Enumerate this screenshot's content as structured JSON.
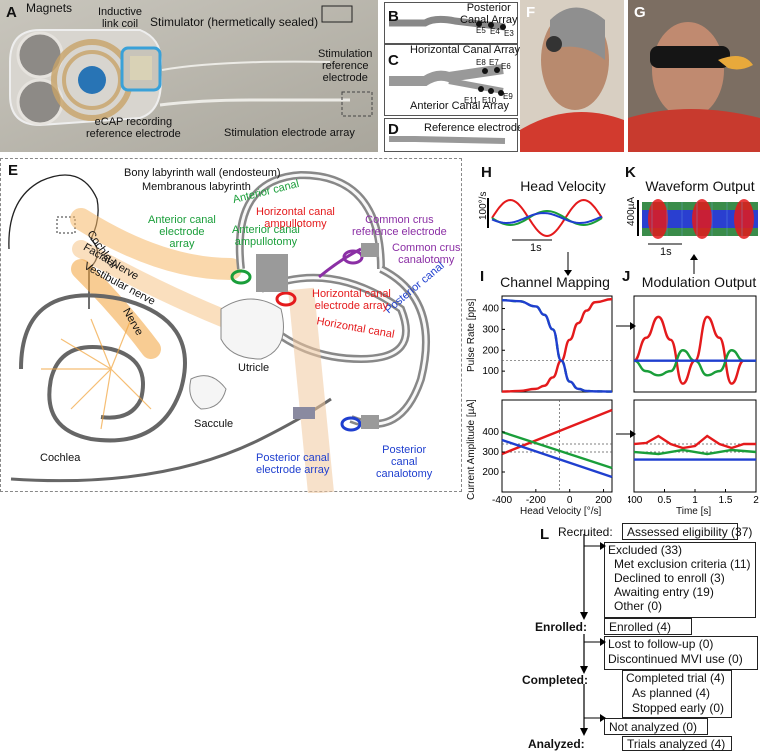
{
  "panels": {
    "A": "A",
    "B": "B",
    "C": "C",
    "D": "D",
    "E": "E",
    "F": "F",
    "G": "G",
    "H": "H",
    "I": "I",
    "J": "J",
    "K": "K",
    "L": "L"
  },
  "panelA": {
    "magnets": "Magnets",
    "coil": "Inductive\nlink coil",
    "stimulator": "Stimulator (hermetically sealed)",
    "reference": "Stimulation\nreference\nelectrode",
    "ecap": "eCAP recording\nreference electrode",
    "array": "Stimulation electrode array"
  },
  "panelB": {
    "title": "Posterior\nCanal Array",
    "e5": "E5",
    "e4": "E4",
    "e3": "E3"
  },
  "panelC": {
    "top": "Horizontal Canal Array",
    "bottom": "Anterior Canal Array",
    "e8": "E8",
    "e7": "E7",
    "e6": "E6",
    "e9": "E9",
    "e11": "E11",
    "e10": "E10"
  },
  "panelD": {
    "title": "Reference electrode"
  },
  "panelE": {
    "bony": "Bony labyrinth wall (endosteum)",
    "membranous": "Membranous labyrinth",
    "anterior_canal": "Anterior canal",
    "ant_array": "Anterior canal\nelectrode\narray",
    "ant_ampullotomy": "Anterior canal\nampullotomy",
    "hor_ampullotomy": "Horizontal canal\nampullotomy",
    "common_ref": "Common crus\nreference electrode",
    "common_can": "Common crus\ncanalotomy",
    "posterior_canal": "Posterior canal",
    "hor_array": "Horizontal canal\nelectrode array",
    "horizontal_canal": "Horizontal canal",
    "vestibular": "Vestibular nerve",
    "facial": "Facial Nerve",
    "cochlear": "Cochlear",
    "nerve": "Nerve",
    "utricle": "Utricle",
    "saccule": "Saccule",
    "cochlea": "Cochlea",
    "post_array": "Posterior canal\nelectrode array",
    "post_can": "Posterior\ncanal\ncanalotomy"
  },
  "panelH": {
    "title": "Head Velocity",
    "scale": "100°/s",
    "time": "1s"
  },
  "panelK": {
    "title": "Waveform Output",
    "scale": "400µA",
    "time": "1s"
  },
  "panelI": {
    "title": "Channel Mapping",
    "ylabel_top": "Pulse Rate [pps]",
    "ylabel_bottom": "Current Amplitude [µA]",
    "xlabel": "Head Velocity [°/s]"
  },
  "panelJ": {
    "title": "Modulation Output",
    "xlabel": "Time [s]"
  },
  "colors": {
    "red": "#e41a1c",
    "green": "#1a9e3a",
    "blue": "#1f3fcf",
    "orange": "#f2a33a",
    "purple": "#8b2fa5",
    "gray": "#777777"
  },
  "chart_data": [
    {
      "type": "line",
      "title": "Channel Mapping",
      "ylabel": "Pulse Rate [pps]",
      "xlabel": "Head Velocity [°/s]",
      "xlim": [
        -400,
        250
      ],
      "ylim": [
        0,
        460
      ],
      "yticks": [
        "400",
        "300",
        "200",
        "100"
      ],
      "xticks": [
        "-400",
        "-200",
        "0",
        "200"
      ],
      "series": [
        {
          "color": "red",
          "x": [
            -400,
            -300,
            -200,
            -150,
            -100,
            -50,
            0,
            50,
            100,
            150,
            250
          ],
          "values": [
            2,
            5,
            15,
            30,
            70,
            150,
            250,
            330,
            390,
            430,
            445
          ]
        },
        {
          "color": "green",
          "x": [
            -400,
            -300,
            -200,
            -150,
            -100,
            -50,
            0,
            50,
            100,
            150,
            250
          ],
          "values": [
            440,
            435,
            410,
            370,
            300,
            150,
            50,
            15,
            5,
            3,
            2
          ]
        },
        {
          "color": "blue",
          "x": [
            -400,
            -300,
            -200,
            -150,
            -100,
            -50,
            0,
            50,
            100,
            150,
            250
          ],
          "values": [
            440,
            435,
            410,
            370,
            300,
            150,
            50,
            15,
            5,
            3,
            2
          ]
        }
      ]
    },
    {
      "type": "line",
      "ylabel": "Current Amplitude [µA]",
      "xlabel": "Head Velocity [°/s]",
      "xlim": [
        -400,
        250
      ],
      "ylim": [
        100,
        560
      ],
      "yticks": [
        "400",
        "300",
        "200"
      ],
      "xticks": [
        "-400",
        "-200",
        "0",
        "200"
      ],
      "series": [
        {
          "color": "red",
          "x": [
            -400,
            250
          ],
          "values": [
            290,
            510
          ]
        },
        {
          "color": "green",
          "x": [
            -400,
            250
          ],
          "values": [
            400,
            220
          ]
        },
        {
          "color": "blue",
          "x": [
            -400,
            250
          ],
          "values": [
            360,
            175
          ]
        }
      ]
    },
    {
      "type": "line",
      "title": "Modulation Output",
      "xlabel": "Time [s]",
      "xlim": [
        0,
        2
      ],
      "xticks": [
        "400",
        "0.5",
        "1",
        "1.5",
        "2"
      ],
      "series": [
        {
          "color": "red",
          "x": [
            0,
            0.2,
            0.4,
            0.6,
            0.8,
            1.0,
            1.2,
            1.4,
            1.6,
            1.8,
            2.0
          ],
          "values": [
            150,
            260,
            360,
            250,
            40,
            150,
            360,
            260,
            40,
            150,
            150
          ]
        },
        {
          "color": "green",
          "x": [
            0,
            0.2,
            0.4,
            0.6,
            0.8,
            1.0,
            1.2,
            1.4,
            1.6,
            1.8,
            2.0
          ],
          "values": [
            150,
            100,
            80,
            100,
            200,
            150,
            80,
            100,
            200,
            150,
            150
          ]
        },
        {
          "color": "blue",
          "x": [
            0,
            2
          ],
          "values": [
            150,
            150
          ]
        }
      ]
    }
  ],
  "flow": {
    "recruited": "Recruited:",
    "assessed": "Assessed eligibility (37)",
    "excluded": "Excluded (33)",
    "met": "Met exclusion criteria (11)",
    "declined": "Declined to enroll (3)",
    "awaiting": "Awaiting entry (19)",
    "other": "Other (0)",
    "enrolled_label": "Enrolled:",
    "enrolled": "Enrolled (4)",
    "lost": "Lost to follow-up (0)",
    "discontinued": "Discontinued MVI use (0)",
    "completed_label": "Completed:",
    "completed": "Completed trial (4)",
    "planned": "As planned (4)",
    "stopped": "Stopped early (0)",
    "not_analyzed": "Not analyzed (0)",
    "analyzed_label": "Analyzed:",
    "analyzed": "Trials analyzed (4)"
  }
}
